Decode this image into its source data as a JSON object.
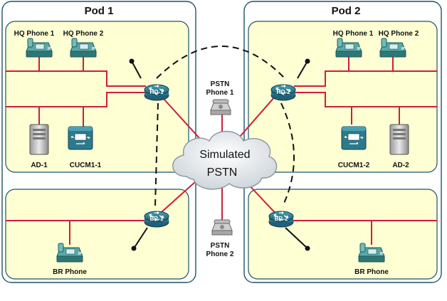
{
  "pods": [
    {
      "title": "Pod 1"
    },
    {
      "title": "Pod 2"
    }
  ],
  "pod1": {
    "hq_phone_1": "HQ Phone 1",
    "hq_phone_2": "HQ Phone 2",
    "ad": "AD-1",
    "cucm": "CUCM1-1",
    "hq_router": "HQ-1",
    "br_router": "BR-1",
    "br_phone": "BR Phone"
  },
  "pod2": {
    "hq_phone_1": "HQ Phone 1",
    "hq_phone_2": "HQ Phone 2",
    "ad": "AD-2",
    "cucm": "CUCM1-2",
    "hq_router": "HQ-2",
    "br_router": "BR-2",
    "br_phone": "BR Phone"
  },
  "pstn": {
    "cloud_line1": "Simulated",
    "cloud_line2": "PSTN",
    "phone1_line1": "PSTN",
    "phone1_line2": "Phone 1",
    "phone2_line1": "PSTN",
    "phone2_line2": "Phone 2"
  },
  "colors": {
    "zone_fill": "#ffffd4",
    "border": "#1c5468",
    "link_red": "#cc1f3a",
    "router_blue": "#2e7c90",
    "phone_teal": "#3d8c8c"
  }
}
